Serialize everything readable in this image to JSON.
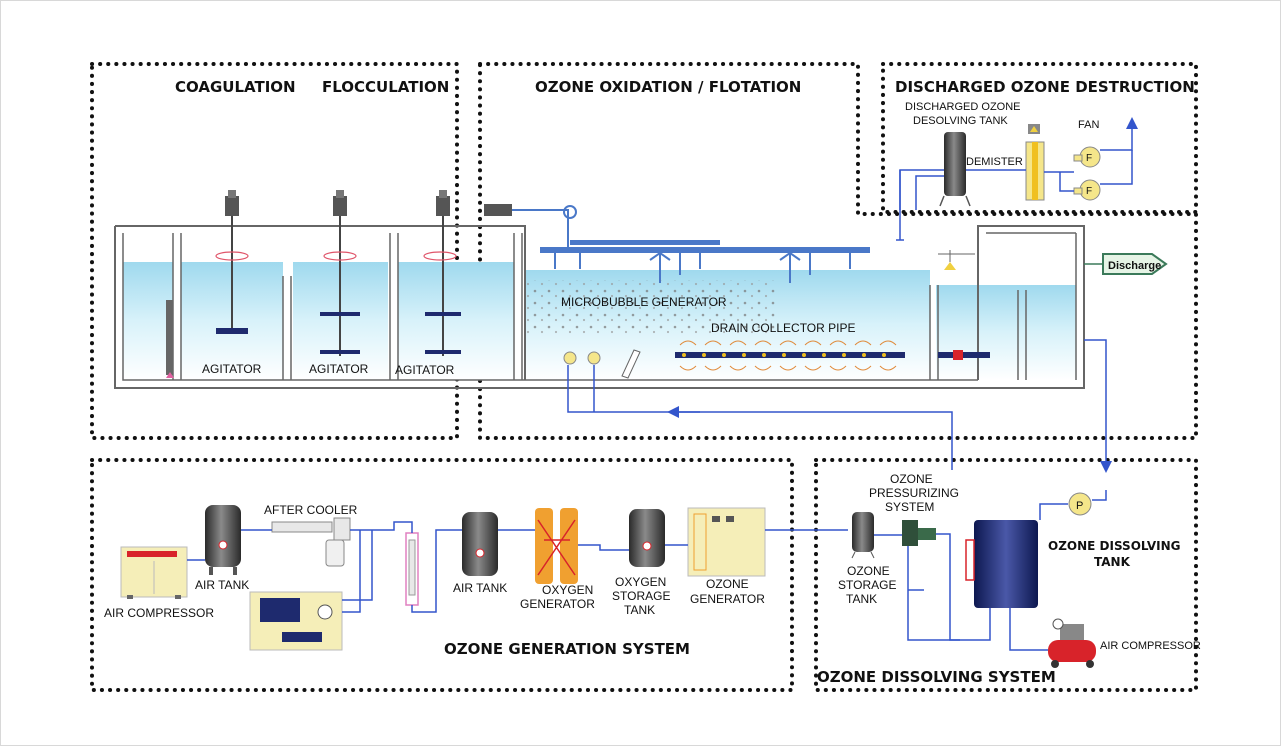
{
  "sections": {
    "coagulation": "COAGULATION",
    "flocculation": "FLOCCULATION",
    "ozone_oxidation": "OZONE OXIDATION / FLOTATION",
    "discharged_ozone_destruction": "DISCHARGED OZONE DESTRUCTION",
    "ozone_generation_system": "OZONE GENERATION SYSTEM",
    "ozone_dissolving_system": "OZONE DISSOLVING SYSTEM"
  },
  "labels": {
    "agitator": "AGITATOR",
    "microbubble_generator": "MICROBUBBLE GENERATOR",
    "drain_collector_pipe": "DRAIN COLLECTOR PIPE",
    "discharge": "Discharge",
    "discharged_ozone_tank_line1": "DISCHARGED OZONE",
    "discharged_ozone_tank_line2": "DESOLVING TANK",
    "demister": "DEMISTER",
    "fan": "FAN",
    "fan_glyph": "F",
    "pump_glyph": "P",
    "air_compressor_left": "AIR COMPRESSOR",
    "air_tank": "AIR TANK",
    "after_cooler": "AFTER COOLER",
    "oxygen_generator_line1": "OXYGEN",
    "oxygen_generator_line2": "GENERATOR",
    "oxygen_storage_line1": "OXYGEN",
    "oxygen_storage_line2": "STORAGE",
    "oxygen_storage_line3": "TANK",
    "ozone_generator_line1": "OZONE",
    "ozone_generator_line2": "GENERATOR",
    "ozone_storage_line1": "OZONE",
    "ozone_storage_line2": "STORAGE",
    "ozone_storage_line3": "TANK",
    "ozone_pressurizing_line1": "OZONE",
    "ozone_pressurizing_line2": "PRESSURIZING",
    "ozone_pressurizing_line3": "SYSTEM",
    "ozone_dissolving_tank_line1": "OZONE DISSOLVING",
    "ozone_dissolving_tank_line2": "TANK",
    "air_compressor_right": "AIR COMPRESSOR"
  },
  "colors": {
    "pipe": "#3355cc",
    "water": "#bfe8f4",
    "tank_outline": "#555555",
    "bridge": "#4a78c8",
    "dissolving_tank": "#1e2a6e",
    "compressor_red": "#d8232a",
    "generator_orange": "#f0a030",
    "cream": "#f5eeb8",
    "discharge_fill": "#e6f4e6",
    "discharge_stroke": "#3b7a5a"
  }
}
